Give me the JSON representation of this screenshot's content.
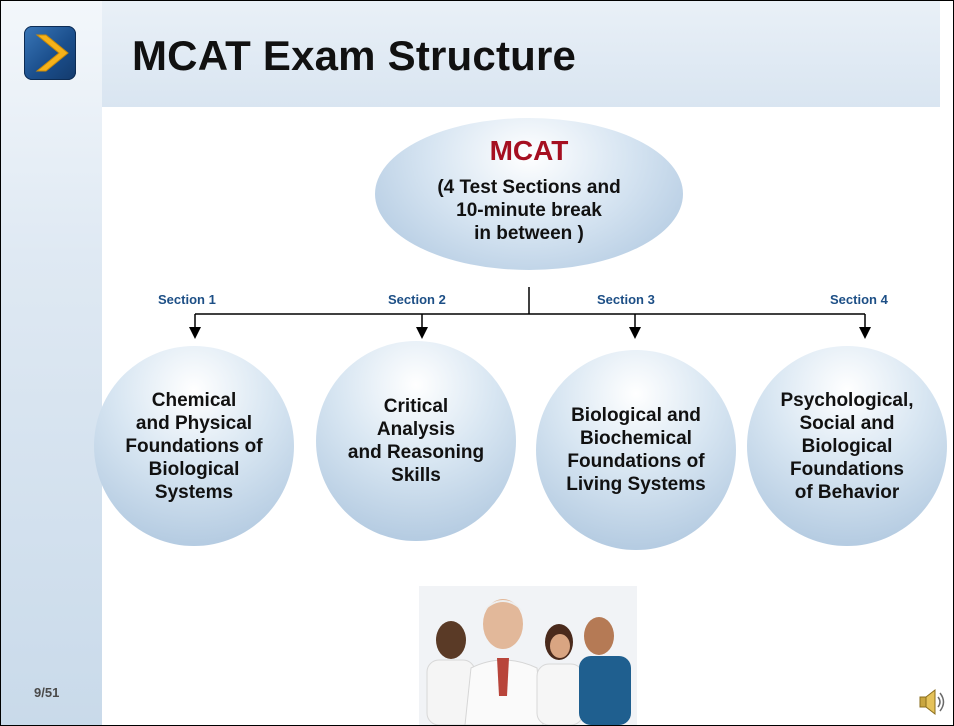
{
  "slide": {
    "title": "MCAT Exam Structure",
    "page_number": "9/51"
  },
  "root": {
    "heading": "MCAT",
    "subtitle": "(4 Test Sections and\n10-minute break\n in between )"
  },
  "sections": [
    {
      "label": "Section 1",
      "topic": "Chemical\nand Physical\nFoundations of\nBiological\nSystems"
    },
    {
      "label": "Section 2",
      "topic": "Critical\nAnalysis\nand Reasoning\nSkills"
    },
    {
      "label": "Section 3",
      "topic": "Biological and\nBiochemical\nFoundations of\nLiving Systems"
    },
    {
      "label": "Section 4",
      "topic": "Psychological,\nSocial and\nBiological\nFoundations\nof Behavior"
    }
  ],
  "colors": {
    "heading_accent": "#a50f21",
    "section_label": "#1d4f86"
  },
  "icons": {
    "logo": "chevron-right-icon",
    "audio": "speaker-icon"
  }
}
